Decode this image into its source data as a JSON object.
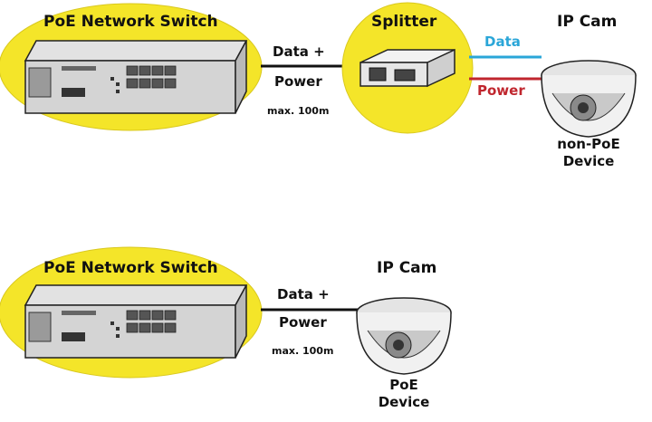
{
  "diagram_top": {
    "switch_label": "PoE Network Switch",
    "splitter_label": "Splitter",
    "camera_label": "IP Cam",
    "link_line1": "Data +",
    "link_line2": "Power",
    "distance": "max. 100m",
    "data_label": "Data",
    "power_label": "Power",
    "device_line1": "non-PoE",
    "device_line2": "Device"
  },
  "diagram_bottom": {
    "switch_label": "PoE Network Switch",
    "camera_label": "IP Cam",
    "link_line1": "Data +",
    "link_line2": "Power",
    "distance": "max. 100m",
    "device_line1": "PoE",
    "device_line2": "Device"
  },
  "colors": {
    "highlight": "#f4e529",
    "data_line": "#2aa6d8",
    "power_line": "#c0262e",
    "cable": "#111111"
  },
  "icons": [
    "network-switch-icon",
    "poe-splitter-icon",
    "ip-camera-icon"
  ]
}
